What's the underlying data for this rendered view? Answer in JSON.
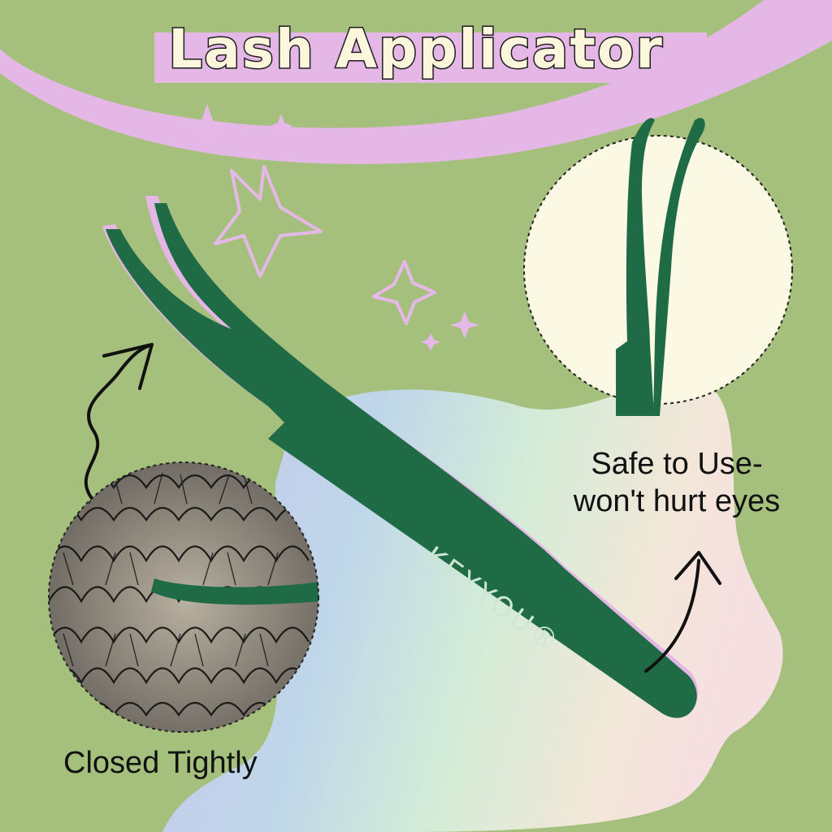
{
  "title": "Lash Applicator",
  "brand": "KEYYOU®",
  "captions": {
    "right_line1": "Safe to Use-",
    "right_line2": "won't hurt eyes",
    "left": "Closed Tightly"
  },
  "colors": {
    "background": "#a5c07c",
    "banner": "#e4b7e6",
    "tweezer": "#1f6b45",
    "callout_fill": "#fbf8e3"
  },
  "icons": [
    "sparkle-star-icon",
    "arrow-icon"
  ]
}
